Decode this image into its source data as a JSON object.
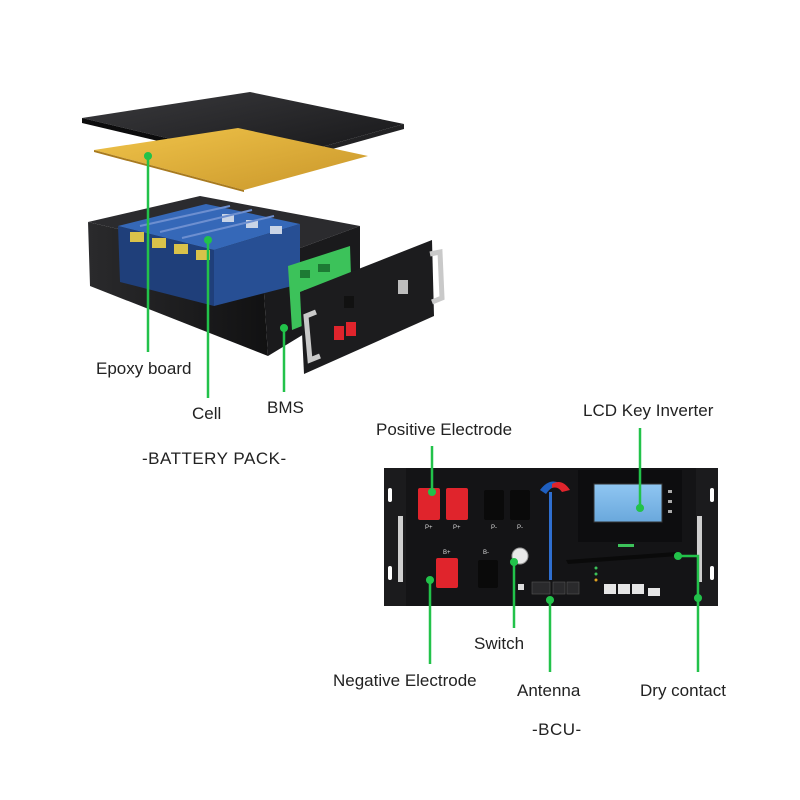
{
  "battery_pack": {
    "caption": "-BATTERY PACK-",
    "labels": {
      "epoxy_board": "Epoxy board",
      "cell": "Cell",
      "bms": "BMS"
    }
  },
  "bcu": {
    "caption": "-BCU-",
    "labels": {
      "positive_electrode": "Positive Electrode",
      "lcd_key_inverter": "LCD Key Inverter",
      "switch": "Switch",
      "negative_electrode": "Negative Electrode",
      "antenna": "Antenna",
      "dry_contact": "Dry contact"
    },
    "port_marks": [
      "P+",
      "P+",
      "P-",
      "P-",
      "B+",
      "B-"
    ]
  },
  "colors": {
    "leader_line": "#22c24a",
    "chassis": "#1c1c1e",
    "panel": "#141416",
    "red_terminal": "#e0242c",
    "lcd_screen": "#7fb8e8",
    "pcb_green": "#3cc25a",
    "epoxy_sheet": "#e3b23c",
    "cell_blue": "#2f5fae"
  }
}
